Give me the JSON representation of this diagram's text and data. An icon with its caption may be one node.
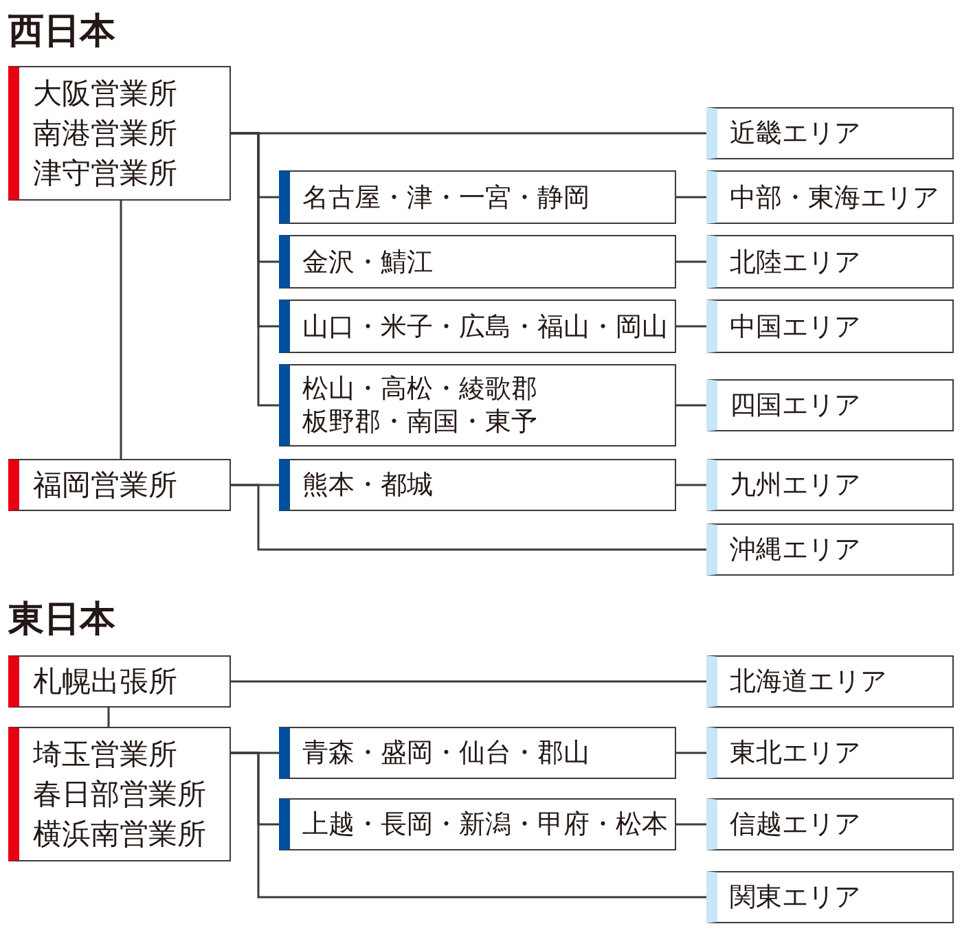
{
  "diagram": {
    "nodes": [
      {
        "text": [
          "大阪営業所",
          "南港営業所",
          "津守営業所"
        ]
      },
      {
        "text": [
          "近畿エリア"
        ]
      },
      {
        "text": [
          "名古屋・津・一宮・静岡"
        ]
      },
      {
        "text": [
          "中部・東海エリア"
        ]
      },
      {
        "text": [
          "金沢・鯖江"
        ]
      },
      {
        "text": [
          "北陸エリア"
        ]
      },
      {
        "text": [
          "山口・米子・広島・福山・岡山"
        ]
      },
      {
        "text": [
          "中国エリア"
        ]
      },
      {
        "text": [
          "松山・高松・綾歌郡板野郡・南国・東予"
        ]
      },
      {
        "text": [
          "四国エリア"
        ]
      },
      {
        "text": [
          "福岡営業所"
        ]
      },
      {
        "text": [
          "熊本・都城"
        ]
      },
      {
        "text": [
          "九州エリア"
        ]
      },
      {
        "text": [
          "沖縄エリア"
        ]
      },
      {
        "text": [
          "札幌出張所"
        ]
      },
      {
        "text": [
          "北海道エリア"
        ]
      },
      {
        "text": [
          "埼玉営業所",
          "春日部営業所",
          "横浜南営業所"
        ]
      },
      {
        "text": [
          "青森・盛岡・仙台・郡山"
        ]
      },
      {
        "text": [
          "東北エリア"
        ]
      },
      {
        "text": [
          "上越・長岡・新潟・甲府・松本"
        ]
      },
      {
        "text": [
          "信越エリア"
        ]
      },
      {
        "text": [
          "関東エリア"
        ]
      }
    ],
    "edges": [
      {
        "from": 0,
        "to": 1,
        "arrow": "none"
      },
      {
        "from": 0,
        "to": 2,
        "arrow": "none"
      },
      {
        "from": 0,
        "to": 4,
        "arrow": "none"
      },
      {
        "from": 0,
        "to": 6,
        "arrow": "none"
      },
      {
        "from": 0,
        "to": 8,
        "arrow": "none"
      },
      {
        "from": 2,
        "to": 3,
        "arrow": "none"
      },
      {
        "from": 4,
        "to": 5,
        "arrow": "none"
      },
      {
        "from": 6,
        "to": 7,
        "arrow": "none"
      },
      {
        "from": 8,
        "to": 9,
        "arrow": "none"
      },
      {
        "from": 0,
        "to": 10,
        "arrow": "none"
      },
      {
        "from": 10,
        "to": 11,
        "arrow": "none"
      },
      {
        "from": 10,
        "to": 13,
        "arrow": "none"
      },
      {
        "from": 11,
        "to": 12,
        "arrow": "none"
      },
      {
        "from": 14,
        "to": 15,
        "arrow": "none"
      },
      {
        "from": 14,
        "to": 16,
        "arrow": "none"
      },
      {
        "from": 16,
        "to": 17,
        "arrow": "none"
      },
      {
        "from": 16,
        "to": 19,
        "arrow": "none"
      },
      {
        "from": 16,
        "to": 21,
        "arrow": "none"
      },
      {
        "from": 17,
        "to": 18,
        "arrow": "none"
      },
      {
        "from": 19,
        "to": 20,
        "arrow": "none"
      }
    ],
    "labels": [
      "西日本",
      "東日本"
    ]
  }
}
